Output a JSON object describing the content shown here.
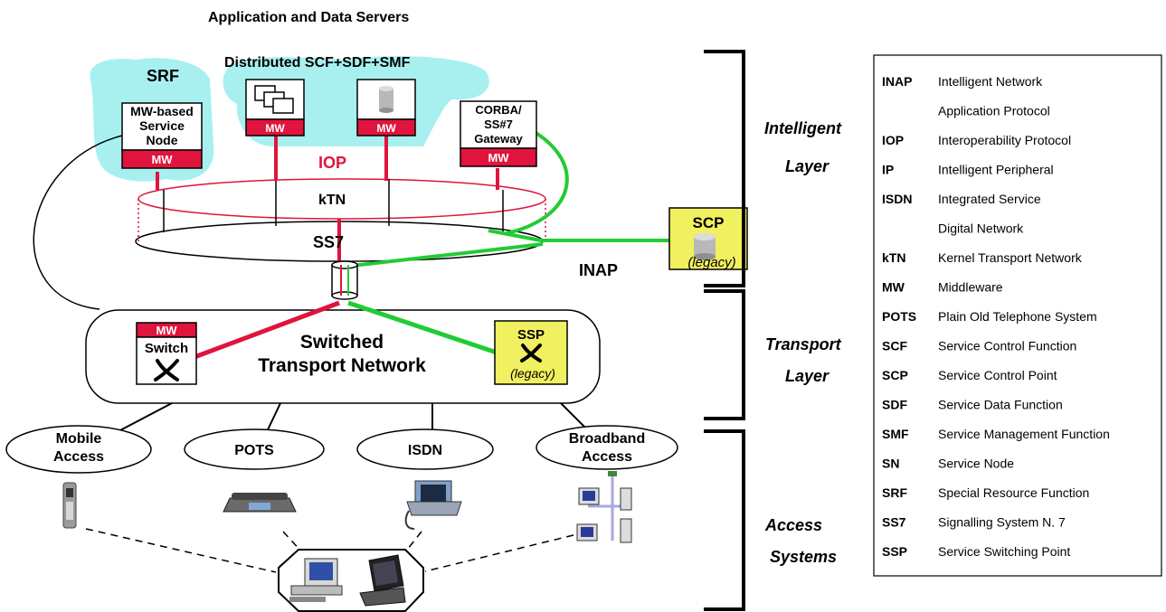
{
  "title": "Application and Data Servers",
  "distributed_label": "Distributed SCF+SDF+SMF",
  "srf_label": "SRF",
  "mw": "MW",
  "sn_line1": "MW-based",
  "sn_line2": "Service",
  "sn_line3": "Node",
  "gw_line1": "CORBA/",
  "gw_line2": "SS#7",
  "gw_line3": "Gateway",
  "iop": "IOP",
  "ktn": "kTN",
  "ss7": "SS7",
  "inap": "INAP",
  "scp": "SCP",
  "legacy": "(legacy)",
  "ssp": "SSP",
  "switch": "Switch",
  "stn_line1": "Switched",
  "stn_line2": "Transport Network",
  "access": {
    "mobile_line1": "Mobile",
    "mobile_line2": "Access",
    "pots": "POTS",
    "isdn": "ISDN",
    "broadband_line1": "Broadband",
    "broadband_line2": "Access"
  },
  "layers": {
    "intelligent_line1": "Intelligent",
    "intelligent_line2": "Layer",
    "transport_line1": "Transport",
    "transport_line2": "Layer",
    "access_line1": "Access",
    "access_line2": "Systems"
  },
  "legend": [
    {
      "abbr": "INAP",
      "desc": "Intelligent Network"
    },
    {
      "abbr": "",
      "desc": "Application Protocol"
    },
    {
      "abbr": "IOP",
      "desc": "Interoperability Protocol"
    },
    {
      "abbr": "IP",
      "desc": "Intelligent Peripheral"
    },
    {
      "abbr": "ISDN",
      "desc": "Integrated Service"
    },
    {
      "abbr": "",
      "desc": "Digital Network"
    },
    {
      "abbr": "kTN",
      "desc": "Kernel Transport Network"
    },
    {
      "abbr": "MW",
      "desc": "Middleware"
    },
    {
      "abbr": "POTS",
      "desc": "Plain Old Telephone System"
    },
    {
      "abbr": "SCF",
      "desc": "Service Control Function"
    },
    {
      "abbr": "SCP",
      "desc": "Service Control Point"
    },
    {
      "abbr": "SDF",
      "desc": "Service Data Function"
    },
    {
      "abbr": "SMF",
      "desc": "Service Management Function"
    },
    {
      "abbr": "SN",
      "desc": "Service Node"
    },
    {
      "abbr": "SRF",
      "desc": "Special Resource Function"
    },
    {
      "abbr": "SS7",
      "desc": "Signalling System N. 7"
    },
    {
      "abbr": "SSP",
      "desc": "Service Switching Point"
    }
  ],
  "colors": {
    "red": "#e0143c",
    "green": "#22cc33",
    "cyan": "#a8f0f0",
    "yellow": "#f0f060"
  }
}
